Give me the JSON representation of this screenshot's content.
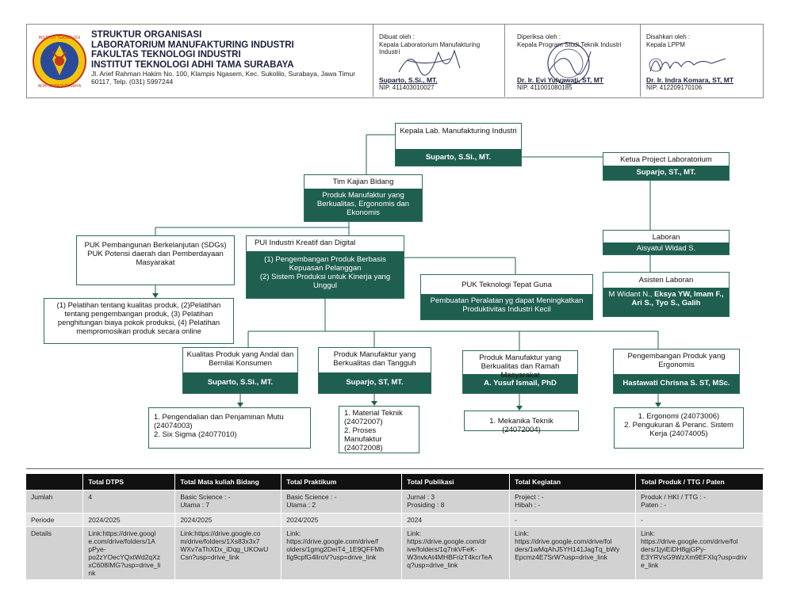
{
  "header": {
    "title_lines": [
      "STRUKTUR ORGANISASI",
      "LABORATORIUM MANUFAKTURING INDUSTRI",
      "FAKULTAS TEKNOLOGI INDUSTRI",
      "INSTITUT TEKNOLOGI ADHI TAMA SURABAYA"
    ],
    "address": "Jl. Arief Rahman Hakim No. 100, Klampis Ngasem, Kec. Sukolilo, Surabaya, Jawa Timur 60117, Telp. (031) 5997244",
    "logo_text_top": "INSTITUT TEKNOLOGI",
    "logo_text_bottom": "ADHI TAMA SURABAYA",
    "signatures": [
      {
        "role": "Dibuat oleh :",
        "position": "Kepala Laboratorium Manufakturing Industri",
        "name": "Suparto, S.Si., MT.",
        "nip": "NIP. 411403010027"
      },
      {
        "role": "Diperiksa oleh :",
        "position": "Kepala Program Studi Teknik Industri",
        "name": "Dr. Ir. Evi Yulyawati, ST, MT",
        "nip": "NIP. 411001080185"
      },
      {
        "role": "Disahkan oleh :",
        "position": "Kepala LPPM",
        "name": "Dr. Ir. Indra Komara, ST, MT",
        "nip": "NIP. 412209170106"
      }
    ]
  },
  "org": {
    "head": {
      "title": "Kepala Lab. Manufakturing Industri",
      "name": "Suparto, S.Si., MT."
    },
    "project": {
      "title": "Ketua Project Laboratorium",
      "name": "Suparjo, ST., MT."
    },
    "tim": {
      "title": "Tim Kajian Bidang",
      "desc": "Produk Manufaktur yang Berkualitas, Ergonomis dan Ekonomis"
    },
    "laboran": {
      "title": "Laboran",
      "name": "Aisyatul Widad S."
    },
    "asisten": {
      "title": "Asisten Laboran",
      "name_prefix": "M Widant N., ",
      "name_bold": "Eksya YW, Imam F., Ari S., Tyo S., Galih"
    },
    "puk_sdg": {
      "text": "PUK Pembangunan Berkelanjutan (SDGs)\nPUK Potensi daerah dan Pemberdayaan Masyarakat"
    },
    "pui": {
      "title": "PUI Industri Kreatif dan Digital",
      "desc": "(1) Pengembangan Produk Berbasis Kepuasan Pelanggan\n(2) Sistem Produksi untuk Kinerja yang Unggul"
    },
    "puk_ttg": {
      "title": "PUK Teknologi Tepat Guna",
      "desc": "Pembuatan Peralatan yg dapat Meningkatkan Produktivitas Industri Kecil"
    },
    "pelatihan": "(1) Pelatihan tentang kualitas produk, (2)Pelatihan tentang pengembangan produk, (3) Pelatihan penghitungan biaya pokok produksi, (4) Pelatihan mempromosikan produk secara online",
    "groups": [
      {
        "title": "Kualitas Produk yang Andal dan Bernilai Konsumen",
        "name": "Suparto, S.Si., MT.",
        "courses": "1. Pengendalian dan Penjaminan Mutu (24074003)\n2. Six Sigma (24077010)"
      },
      {
        "title": "Produk Manufaktur yang Berkualitas dan Tangguh",
        "name": "Suparjo, ST, MT.",
        "courses": "1. Material Teknik (24072007)\n2. Proses Manufaktur (24072008)"
      },
      {
        "title": "Produk Manufaktur yang Berkualitas dan Ramah Masyarakat",
        "name": "A. Yusuf Ismail, PhD",
        "courses": "1. Mekanika Teknik (24072004)"
      },
      {
        "title": "Pengembangan Produk yang Ergonomis",
        "name": "Hastawati Chrisna S. ST, MSc.",
        "courses": "1. Ergonomi (24073006)\n2. Pengukuran & Peranc. Sistem Kerja (24074005)"
      }
    ]
  },
  "table": {
    "headers": [
      "",
      "Total DTPS",
      "Total Mata kuliah Bidang",
      "Total Praktikum",
      "Total Publikasi",
      "Total Kegiatan",
      "Total Produk / TTG / Paten"
    ],
    "rows": [
      [
        "Jumlah",
        "4",
        "Basic Science : -\nUtama : 7",
        "Basic Science : -\nUtama : 2",
        "Jurnal : 3\nProsiding : 8",
        "Project : -\nHibah : -",
        "Produk / HKI / TTG : -\nPaten : -"
      ],
      [
        "Periode",
        "2024/2025",
        "2024/2025",
        "2024/2025",
        "2024",
        "-",
        "-"
      ],
      [
        "Details",
        "Link:https://drive.googl\ne.com/drive/folders/1A\npPye-\npo2zYOecYQxtWd2qXz\nxC608IMG?usp=drive_li\nnk",
        "Link:https://drive.google.co\nm/drive/folders/1Xs83x3x7\nWXv7aThXDx_iDqg_UKOwU\nCsn?usp=drive_link",
        "Link:\nhttps://drive.google.com/drive/f\nolders/1gmg2DeiT4_1E9QFFMh\nIlg9cpfG4lIroV?usp=drive_link",
        "Link:\nhttps://drive.google.com/dr\nive/folders/1q7nkVFeK-\nW3nvkAt4MHBFrizT4kcrTeA\nq?usp=drive_link",
        "Link:\nhttps://drive.google.com/drive/fol\nders/1wMqAhJ5YH141JagTq_bWy\nEpcmz4E7SrW?usp=drive_link",
        "Link:\nhttps://drive.google.com/drive/fol\nders/1jyiEiDH8gjGPy-\nE3YRVsG9WzXm9EFXIq?usp=driv\ne_link"
      ]
    ]
  },
  "colors": {
    "box_dark": "#1f5f50",
    "title_navy": "#1a1f3a",
    "header_bg": "#111111"
  }
}
